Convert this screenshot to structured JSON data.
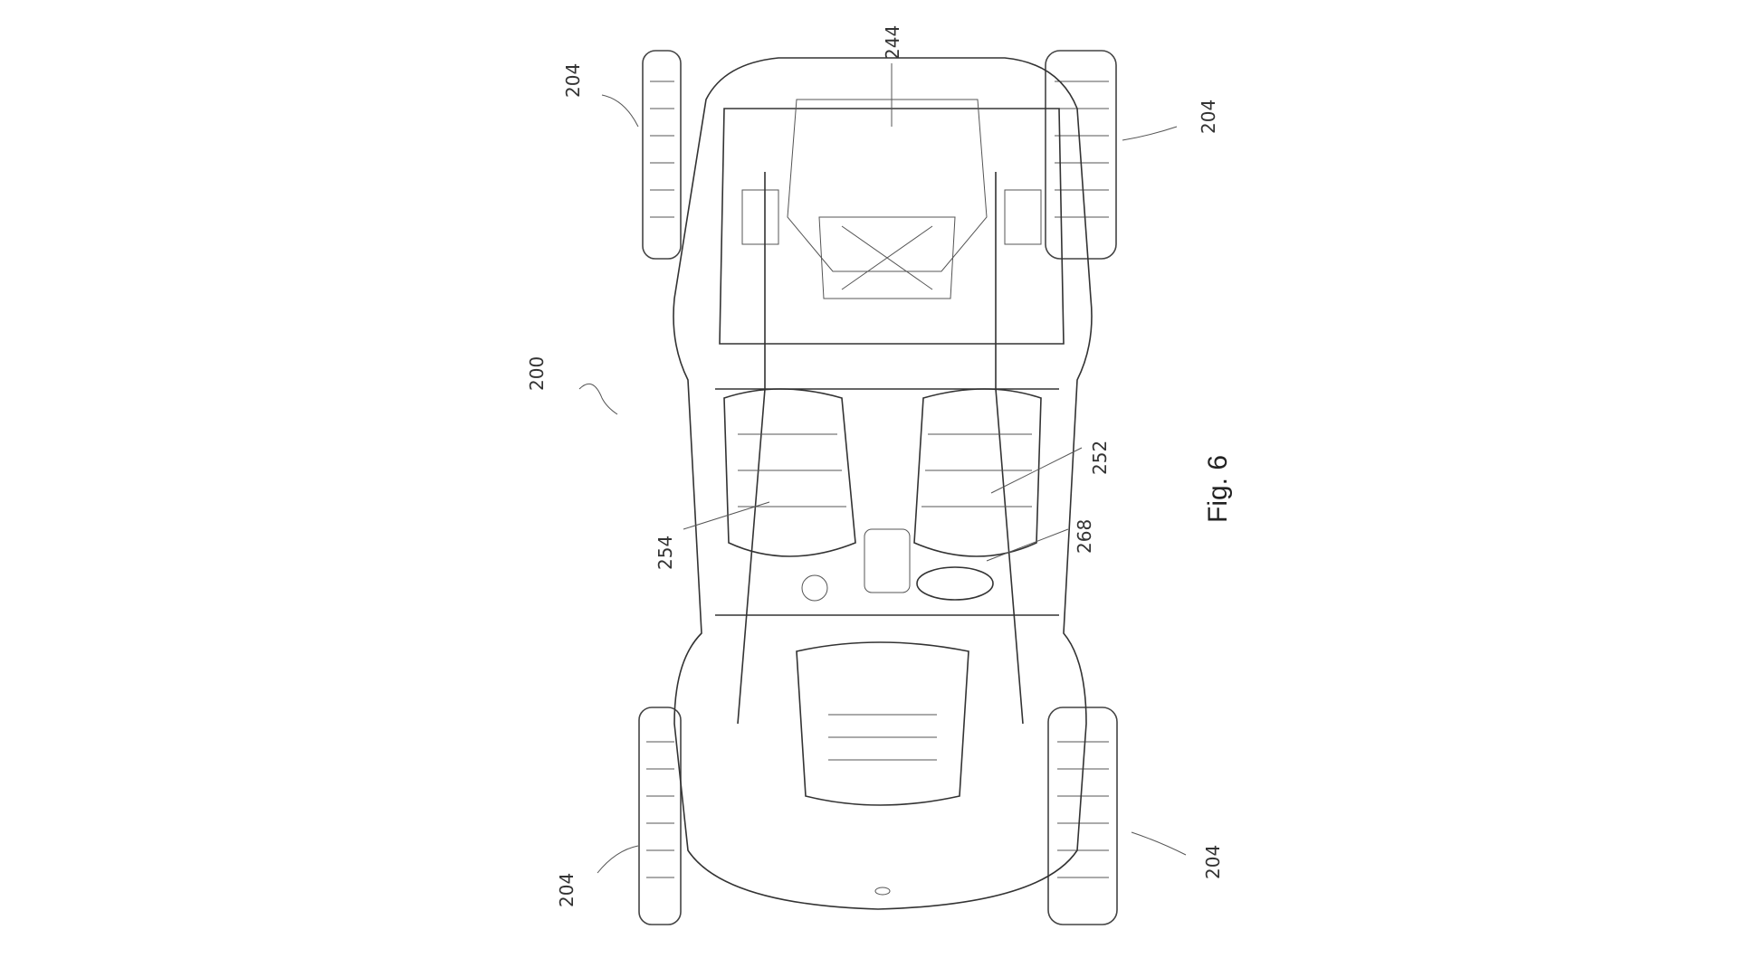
{
  "figure": {
    "title": "Fig. 6",
    "references": {
      "vehicle": "200",
      "wheel_rear_left": "204",
      "wheel_rear_right": "204",
      "wheel_front_left": "204",
      "wheel_front_right": "204",
      "cargo_area": "244",
      "passenger_seat": "252",
      "driver_seat": "254",
      "steering_wheel": "268"
    }
  }
}
